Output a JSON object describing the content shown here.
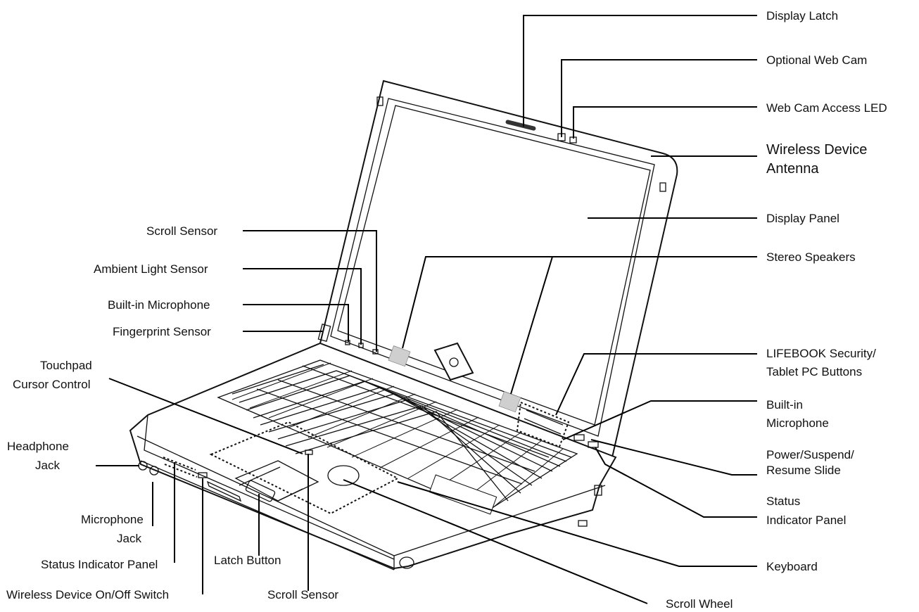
{
  "labels": {
    "display_latch": "Display Latch",
    "optional_web_cam": "Optional Web Cam",
    "web_cam_access_led": "Web Cam Access LED",
    "wireless_antenna_1": "Wireless Device",
    "wireless_antenna_2": "Antenna",
    "display_panel": "Display Panel",
    "stereo_speakers": "Stereo Speakers",
    "scroll_sensor_top": "Scroll Sensor",
    "ambient_light_sensor": "Ambient Light Sensor",
    "builtin_microphone_left": "Built-in Microphone",
    "fingerprint_sensor": "Fingerprint Sensor",
    "touchpad_1": "Touchpad",
    "touchpad_2": "Cursor Control",
    "headphone_1": "Headphone",
    "headphone_2": "Jack",
    "microphone_jack_1": "Microphone",
    "microphone_jack_2": "Jack",
    "status_indicator_left": "Status Indicator Panel",
    "wireless_switch": "Wireless Device On/Off Switch",
    "latch_button": "Latch Button",
    "scroll_sensor_bottom": "Scroll Sensor",
    "scroll_wheel": "Scroll Wheel",
    "keyboard": "Keyboard",
    "security_buttons_1": "LIFEBOOK Security/",
    "security_buttons_2": "Tablet PC Buttons",
    "builtin_microphone_right_1": "Built-in",
    "builtin_microphone_right_2": "Microphone",
    "power_slide_1": "Power/Suspend/",
    "power_slide_2": "Resume Slide",
    "status_indicator_right_1": "Status",
    "status_indicator_right_2": "Indicator Panel"
  }
}
